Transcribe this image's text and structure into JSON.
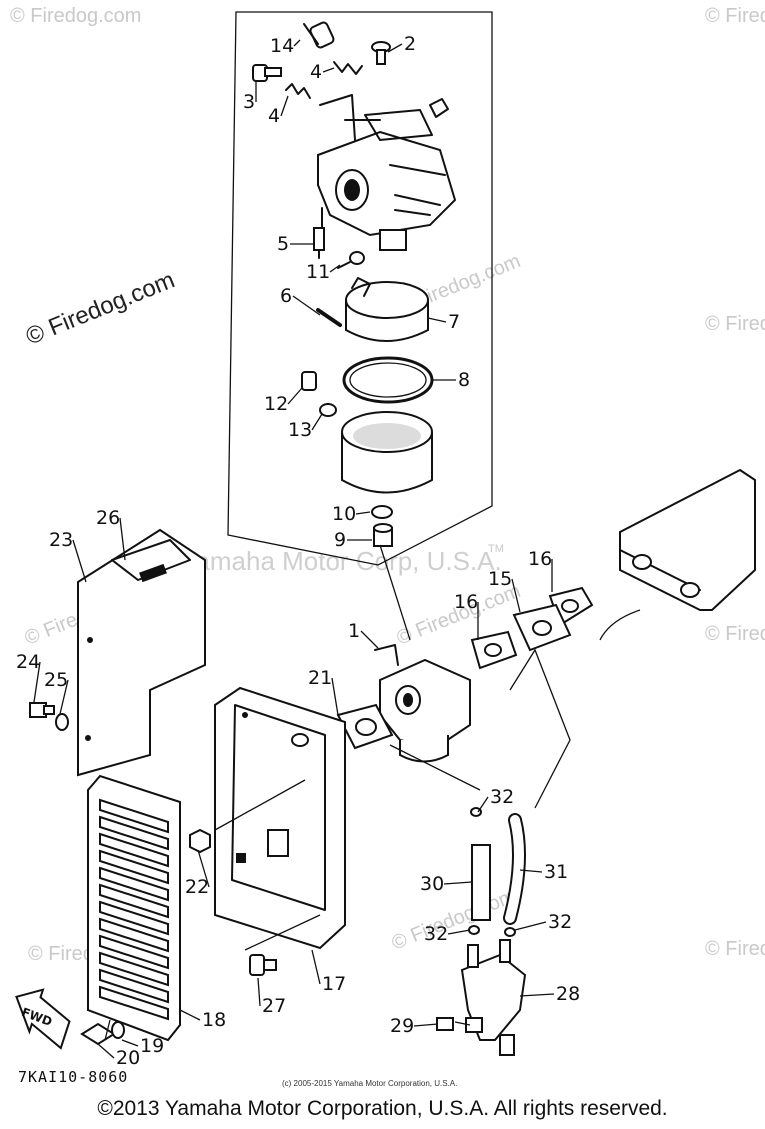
{
  "watermarks": {
    "firedog": "© Firedog.com",
    "yamaha": "Yamaha Motor Corp, U.S.A.",
    "tm": "TM"
  },
  "callouts": [
    {
      "id": "c14",
      "text": "14"
    },
    {
      "id": "c2",
      "text": "2"
    },
    {
      "id": "c4a",
      "text": "4"
    },
    {
      "id": "c3",
      "text": "3"
    },
    {
      "id": "c4b",
      "text": "4"
    },
    {
      "id": "c5",
      "text": "5"
    },
    {
      "id": "c11",
      "text": "11"
    },
    {
      "id": "c6",
      "text": "6"
    },
    {
      "id": "c7",
      "text": "7"
    },
    {
      "id": "c8",
      "text": "8"
    },
    {
      "id": "c12",
      "text": "12"
    },
    {
      "id": "c13",
      "text": "13"
    },
    {
      "id": "c10",
      "text": "10"
    },
    {
      "id": "c9",
      "text": "9"
    },
    {
      "id": "c26",
      "text": "26"
    },
    {
      "id": "c23",
      "text": "23"
    },
    {
      "id": "c16a",
      "text": "16"
    },
    {
      "id": "c15",
      "text": "15"
    },
    {
      "id": "c16b",
      "text": "16"
    },
    {
      "id": "c1",
      "text": "1"
    },
    {
      "id": "c24",
      "text": "24"
    },
    {
      "id": "c25",
      "text": "25"
    },
    {
      "id": "c21",
      "text": "21"
    },
    {
      "id": "c32a",
      "text": "32"
    },
    {
      "id": "c30",
      "text": "30"
    },
    {
      "id": "c31",
      "text": "31"
    },
    {
      "id": "c22",
      "text": "22"
    },
    {
      "id": "c32b",
      "text": "32"
    },
    {
      "id": "c32c",
      "text": "32"
    },
    {
      "id": "c28",
      "text": "28"
    },
    {
      "id": "c17",
      "text": "17"
    },
    {
      "id": "c27",
      "text": "27"
    },
    {
      "id": "c18",
      "text": "18"
    },
    {
      "id": "c29",
      "text": "29"
    },
    {
      "id": "c19",
      "text": "19"
    },
    {
      "id": "c20",
      "text": "20"
    }
  ],
  "fwd_label": "FWD",
  "diagram_code": "7KAI10-8060",
  "small_copyright": "(c) 2005-2015 Yamaha Motor Corporation, U.S.A.",
  "footer": "©2013 Yamaha Motor Corporation, U.S.A. All rights reserved."
}
